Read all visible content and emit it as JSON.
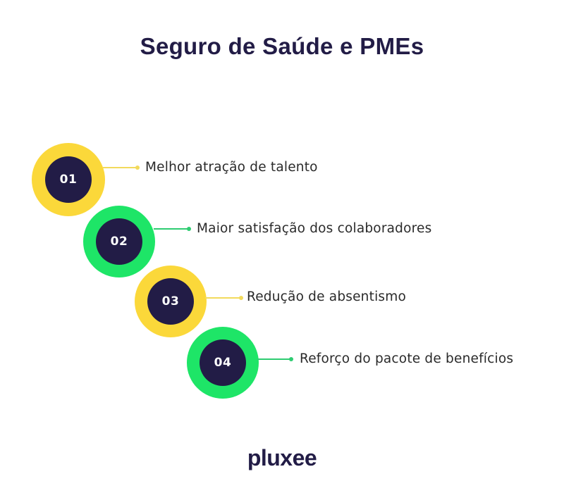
{
  "title": "Seguro de Saúde e PMEs",
  "colors": {
    "navy": "#221C46",
    "yellow": "#FBD83A",
    "green": "#1EE567",
    "yellow_line": "#F2DA5C",
    "green_line": "#2ECC71",
    "text": "#2a2a2a",
    "background": "#ffffff"
  },
  "steps": [
    {
      "number": "01",
      "label": "Melhor atração de talento",
      "color": "yellow"
    },
    {
      "number": "02",
      "label": "Maior satisfação dos colaboradores",
      "color": "green"
    },
    {
      "number": "03",
      "label": "Redução de absentismo",
      "color": "yellow"
    },
    {
      "number": "04",
      "label": "Reforço do pacote de benefícios",
      "color": "green"
    }
  ],
  "logo": {
    "text": "pluxee"
  }
}
